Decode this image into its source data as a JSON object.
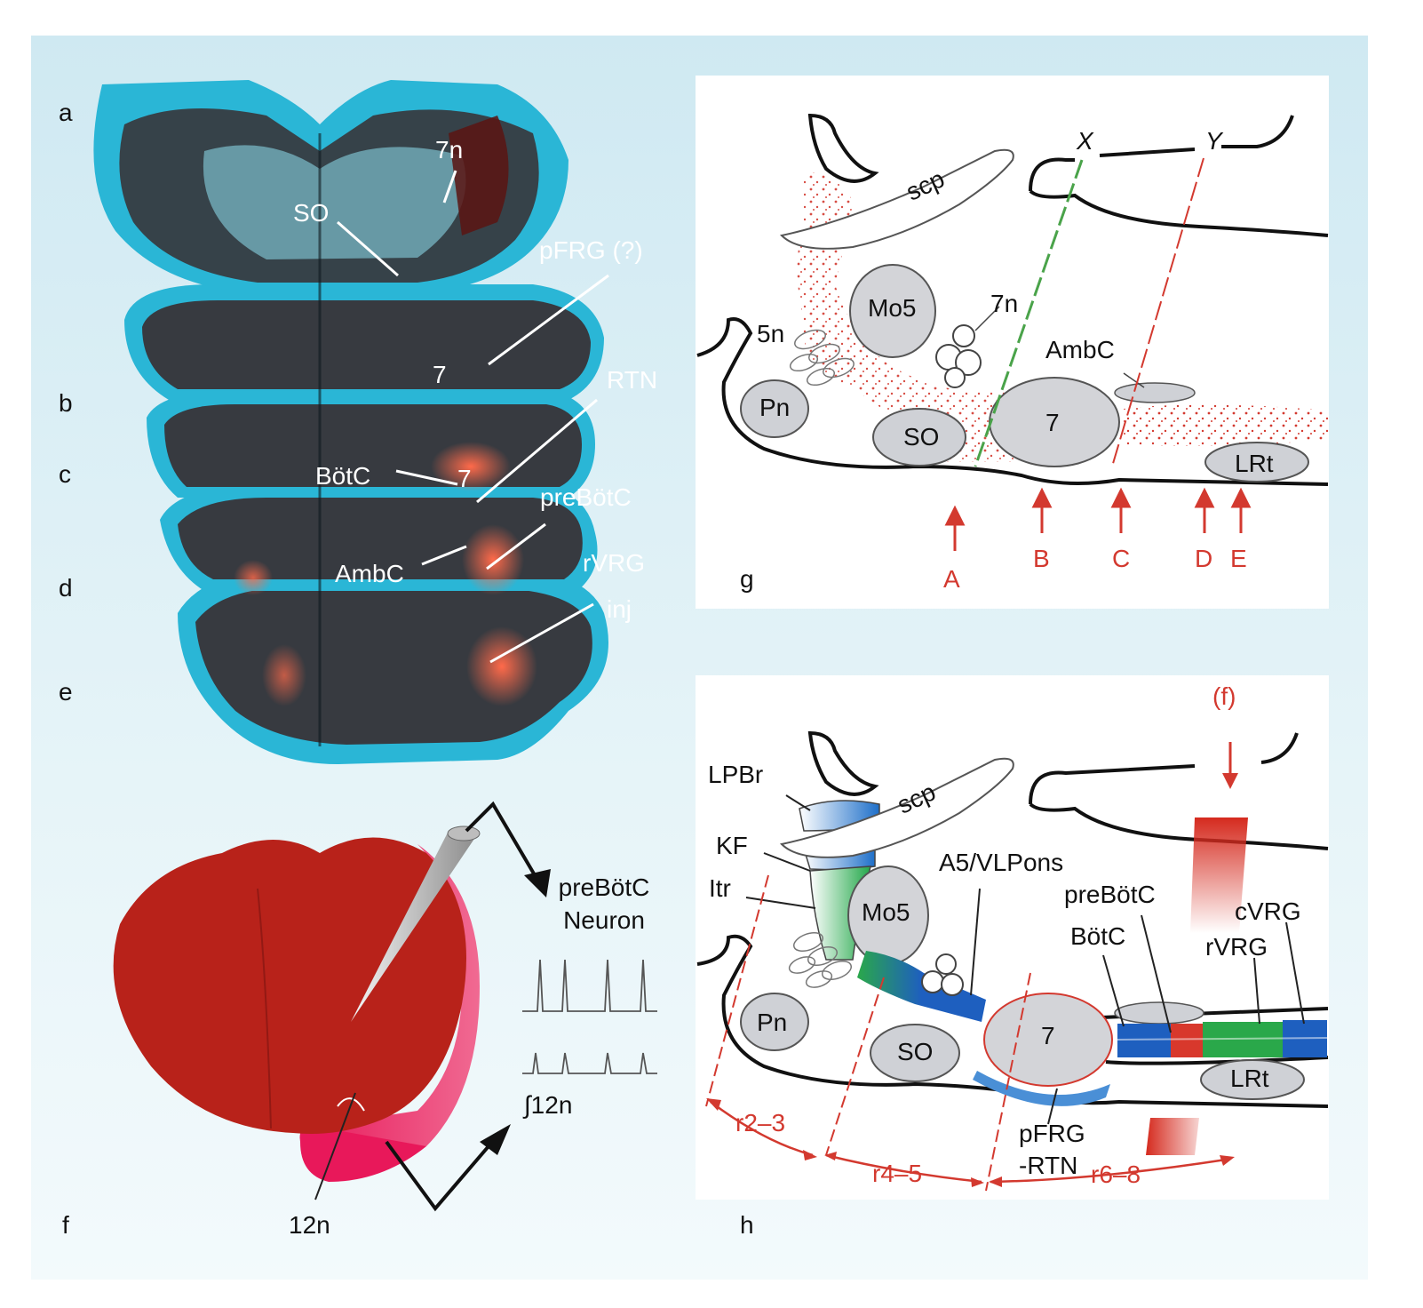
{
  "figure": {
    "panels": [
      "a",
      "b",
      "c",
      "d",
      "e",
      "f",
      "g",
      "h"
    ],
    "photo_labels": {
      "n7": "7n",
      "so": "SO",
      "pfrg_q": "pFRG (?)",
      "seven_b": "7",
      "rtn": "RTN",
      "botc": "BötC",
      "seven_c": "7",
      "prebotc": "preBötC",
      "ambc": "AmbC",
      "rvrg": "rVRG",
      "inj": "inj"
    },
    "slice_labels": {
      "prebotc_neuron_1": "preBötC",
      "prebotc_neuron_2": "Neuron",
      "integral_12n": "∫12n",
      "n12": "12n"
    },
    "g_labels": {
      "x": "X",
      "y": "Y",
      "scp": "scp",
      "mo5": "Mo5",
      "n5": "5n",
      "n7": "7n",
      "ambc": "AmbC",
      "pn": "Pn",
      "so": "SO",
      "seven": "7",
      "lrt": "LRt",
      "arrows": [
        "A",
        "B",
        "C",
        "D",
        "E"
      ]
    },
    "h_labels": {
      "f_ref": "(f)",
      "lpbr": "LPBr",
      "scp": "scp",
      "kf": "KF",
      "itr": "Itr",
      "mo5": "Mo5",
      "a5": "A5/VLPons",
      "prebotc": "preBötC",
      "cvrg": "cVRG",
      "botc": "BötC",
      "rvrg": "rVRG",
      "pn": "Pn",
      "so": "SO",
      "seven": "7",
      "lrt": "LRt",
      "pfrg_1": "pFRG",
      "pfrg_2": "-RTN",
      "r23": "r2–3",
      "r45": "r4–5",
      "r68": "r6–8"
    },
    "colors": {
      "label_red": "#d3392f",
      "cyan": "#38c8e8",
      "tissue_red": "#b8221a",
      "blue": "#1e5fbf",
      "green": "#2aa84a",
      "grey_nucleus": "#cfd1d6"
    }
  }
}
